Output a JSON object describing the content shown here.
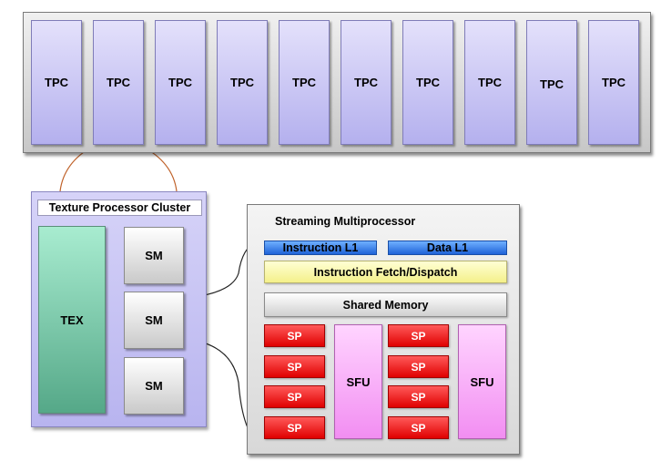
{
  "top": {
    "tpc_labels": [
      "TPC",
      "TPC",
      "TPC",
      "TPC",
      "TPC",
      "TPC",
      "TPC",
      "TPC",
      "TPC",
      "TPC"
    ]
  },
  "cluster": {
    "title": "Texture Processor Cluster",
    "tex": "TEX",
    "sm_labels": [
      "SM",
      "SM",
      "SM"
    ]
  },
  "mp": {
    "title": "Streaming Multiprocessor",
    "instruction_l1": "Instruction L1",
    "data_l1": "Data L1",
    "fetch": "Instruction Fetch/Dispatch",
    "shared_memory": "Shared Memory",
    "sp_labels": [
      "SP",
      "SP",
      "SP",
      "SP",
      "SP",
      "SP",
      "SP",
      "SP"
    ],
    "sfu_labels": [
      "SFU",
      "SFU"
    ]
  },
  "colors": {
    "tpc": "#c8c5f5",
    "tex": "#7fd0b0",
    "sp": "#ee1111",
    "sfu": "#f6a8f6",
    "l1": "#2f78f0",
    "fetch": "#f8f6a8",
    "connector_orange": "#c0622a"
  }
}
